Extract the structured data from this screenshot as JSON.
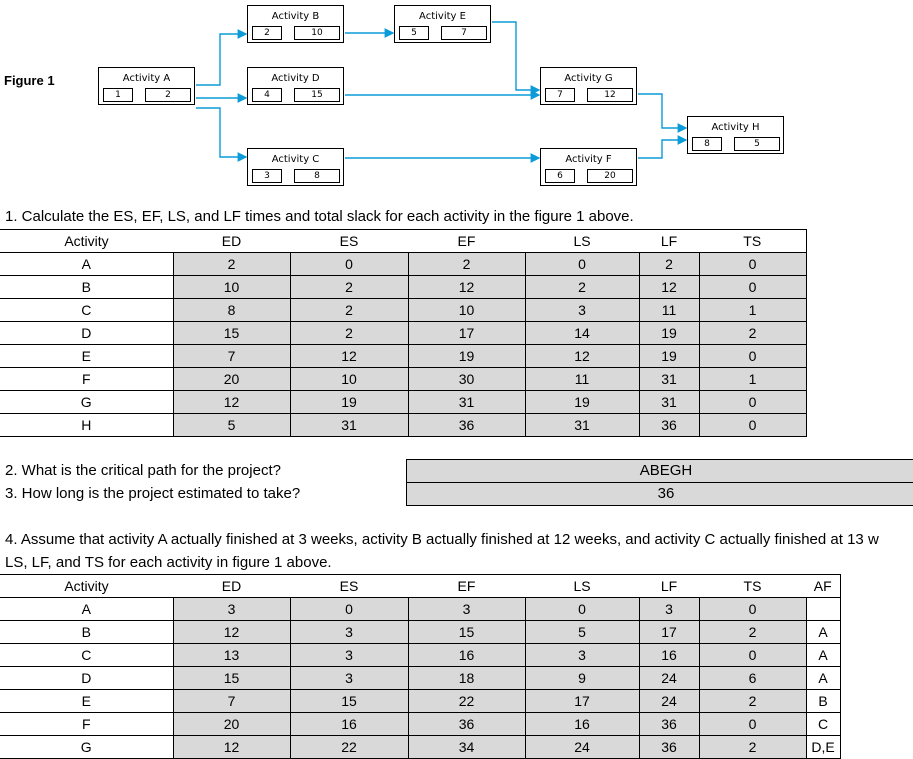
{
  "figure": {
    "label": "Figure 1",
    "nodes": {
      "A": {
        "title": "Activity A",
        "v1": "1",
        "v2": "2"
      },
      "B": {
        "title": "Activity B",
        "v1": "2",
        "v2": "10"
      },
      "D": {
        "title": "Activity D",
        "v1": "4",
        "v2": "15"
      },
      "C": {
        "title": "Activity C",
        "v1": "3",
        "v2": "8"
      },
      "E": {
        "title": "Activity E",
        "v1": "5",
        "v2": "7"
      },
      "G": {
        "title": "Activity G",
        "v1": "7",
        "v2": "12"
      },
      "F": {
        "title": "Activity F",
        "v1": "6",
        "v2": "20"
      },
      "H": {
        "title": "Activity H",
        "v1": "8",
        "v2": "5"
      }
    },
    "arrow_color": "#0b9bd8"
  },
  "q1": {
    "text": "1. Calculate the ES, EF, LS, and LF times and total slack for each activity in the figure 1 above.",
    "headers": [
      "Activity",
      "ED",
      "ES",
      "EF",
      "LS",
      "LF",
      "TS"
    ],
    "rows": [
      [
        "A",
        "2",
        "0",
        "2",
        "0",
        "2",
        "0"
      ],
      [
        "B",
        "10",
        "2",
        "12",
        "2",
        "12",
        "0"
      ],
      [
        "C",
        "8",
        "2",
        "10",
        "3",
        "11",
        "1"
      ],
      [
        "D",
        "15",
        "2",
        "17",
        "14",
        "19",
        "2"
      ],
      [
        "E",
        "7",
        "12",
        "19",
        "12",
        "19",
        "0"
      ],
      [
        "F",
        "20",
        "10",
        "30",
        "11",
        "31",
        "1"
      ],
      [
        "G",
        "12",
        "19",
        "31",
        "19",
        "31",
        "0"
      ],
      [
        "H",
        "5",
        "31",
        "36",
        "31",
        "36",
        "0"
      ]
    ]
  },
  "q2": {
    "text": "2. What is the critical path for the project?",
    "answer": "ABEGH"
  },
  "q3": {
    "text": "3. How long is the project estimated to take?",
    "answer": "36"
  },
  "q4": {
    "text_line1": "4. Assume that activity A actually finished at 3 weeks, activity B actually finished at 12 weeks, and activity C actually finished at 13 w",
    "text_line2": "LS, LF, and TS for each activity in figure 1 above.",
    "headers": [
      "Activity",
      "ED",
      "ES",
      "EF",
      "LS",
      "LF",
      "TS",
      "AF"
    ],
    "rows": [
      [
        "A",
        "3",
        "0",
        "3",
        "0",
        "3",
        "0",
        ""
      ],
      [
        "B",
        "12",
        "3",
        "15",
        "5",
        "17",
        "2",
        "A"
      ],
      [
        "C",
        "13",
        "3",
        "16",
        "3",
        "16",
        "0",
        "A"
      ],
      [
        "D",
        "15",
        "3",
        "18",
        "9",
        "24",
        "6",
        "A"
      ],
      [
        "E",
        "7",
        "15",
        "22",
        "17",
        "24",
        "2",
        "B"
      ],
      [
        "F",
        "20",
        "16",
        "36",
        "16",
        "36",
        "0",
        "C"
      ],
      [
        "G",
        "12",
        "22",
        "34",
        "24",
        "36",
        "2",
        "D,E"
      ]
    ]
  }
}
